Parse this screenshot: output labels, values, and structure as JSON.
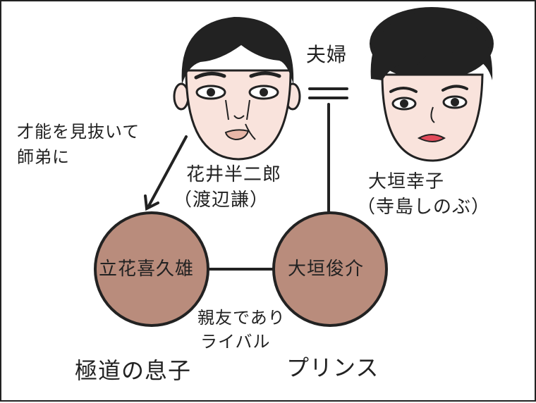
{
  "relations": {
    "couple": "夫婦",
    "mentor_line1": "才能を見抜いて",
    "mentor_line2": "師弟に",
    "friends_line1": "親友であり",
    "friends_line2": "ライバル"
  },
  "people": {
    "hanai": {
      "name": "花井半二郎",
      "actor": "（渡辺謙）"
    },
    "sachiko": {
      "name": "大垣幸子",
      "actor": "（寺島しのぶ）"
    },
    "kikuo": {
      "name": "立花喜久雄"
    },
    "shunsuke": {
      "name": "大垣俊介"
    }
  },
  "captions": {
    "left": "極道の息子",
    "right": "プリンス"
  },
  "colors": {
    "skin": "#f9e3dc",
    "hair": "#222222",
    "circle": "#b98c7c",
    "lips": "#e24a5a",
    "line": "#222222"
  }
}
